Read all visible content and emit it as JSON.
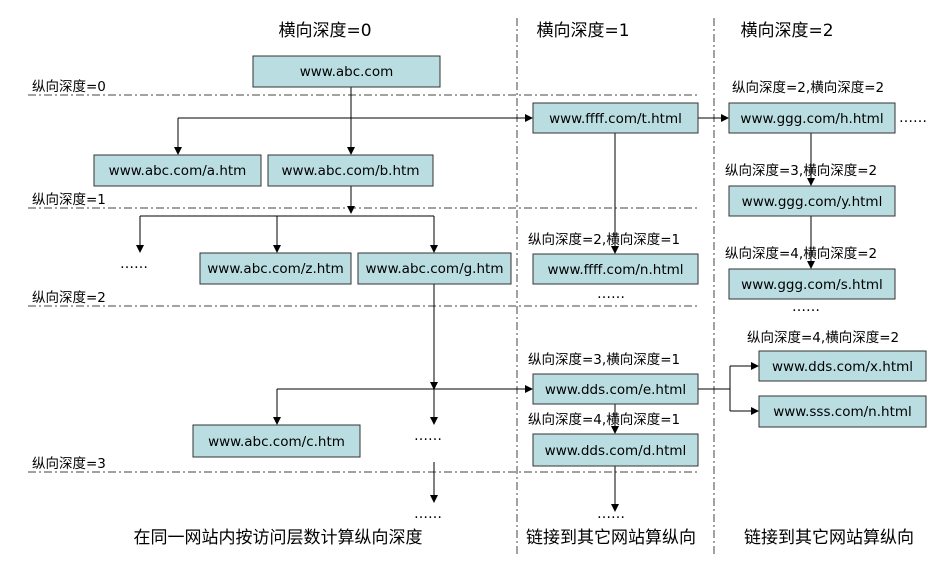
{
  "headers": {
    "col0": "横向深度=0",
    "col1": "横向深度=1",
    "col2": "横向深度=2"
  },
  "row_labels": {
    "d0": "纵向深度=0",
    "d1": "纵向深度=1",
    "d2": "纵向深度=2",
    "d3": "纵向深度=3"
  },
  "nodes": {
    "abc": "www.abc.com",
    "abc_a": "www.abc.com/a.htm",
    "abc_b": "www.abc.com/b.htm",
    "abc_z": "www.abc.com/z.htm",
    "abc_g": "www.abc.com/g.htm",
    "abc_c": "www.abc.com/c.htm",
    "ffff_t": "www.ffff.com/t.html",
    "ffff_n": "www.ffff.com/n.html",
    "dds_e": "www.dds.com/e.html",
    "dds_d": "www.dds.com/d.html",
    "ggg_h": "www.ggg.com/h.html",
    "ggg_y": "www.ggg.com/y.html",
    "ggg_s": "www.ggg.com/s.html",
    "dds_x": "www.dds.com/x.html",
    "sss_n": "www.sss.com/n.html"
  },
  "annotations": {
    "ffff_n": "纵向深度=2,横向深度=1",
    "dds_e": "纵向深度=3,横向深度=1",
    "dds_d": "纵向深度=4,横向深度=1",
    "ggg_h": "纵向深度=2,横向深度=2",
    "ggg_y": "纵向深度=3,横向深度=2",
    "ggg_s": "纵向深度=4,横向深度=2",
    "dds_x": "纵向深度=4,横向深度=2"
  },
  "ellipsis": "……",
  "captions": {
    "col0": "在同一网站内按访问层数计算纵向深度",
    "col1": "链接到其它网站算纵向",
    "col2": "链接到其它网站算纵向"
  }
}
